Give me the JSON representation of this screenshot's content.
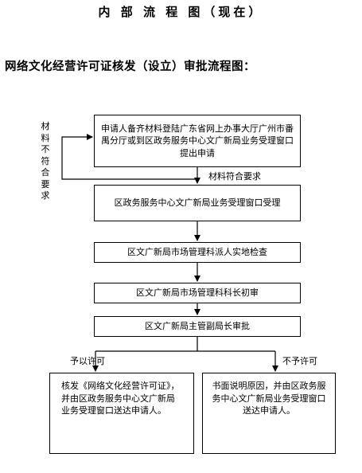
{
  "header": {
    "title": "内 部 流 程 图（现在）",
    "subtitle": "网络文化经营许可证核发（设立）审批流程图："
  },
  "flow": {
    "step1": "申请人备齐材料登陆广东省网上办事大厅广州市番禺分厅或到区政务服务中心文广新局业务受理窗口提出申请",
    "step2": "区政务服务中心文广新局业务受理窗口受理",
    "step3": "区文广新局市场管理科派人实地检查",
    "step4": "区文广新局市场管理科科长初审",
    "step5": "区文广新局主管副局长审批",
    "loop_label": "材料不符合要求",
    "ok_label": "材料符合要求",
    "allow_label": "予以许可",
    "deny_label": "不予许可",
    "approve_result": "核发《网络文化经营许可证》，并由区政务服务中心文广新局业务受理窗口送达申请人。",
    "deny_result": "书面说明原因，并由区政务服务中心文广新局业务受理窗口送达申请人。"
  }
}
